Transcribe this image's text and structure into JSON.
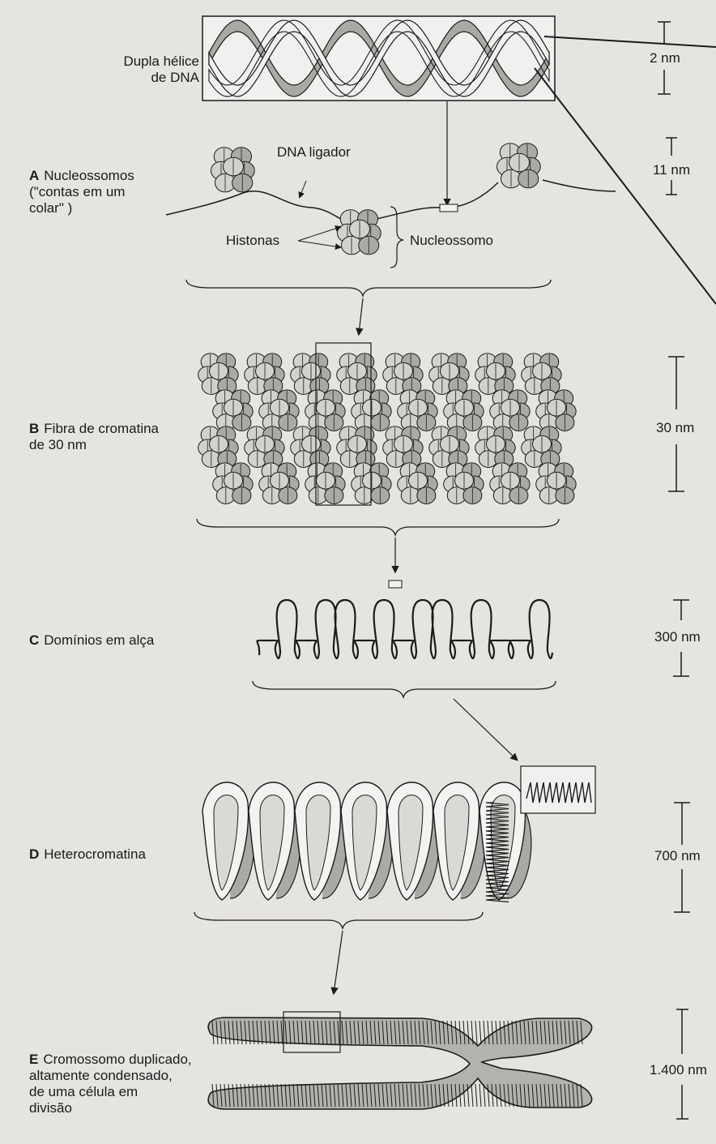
{
  "panels": {
    "dna": {
      "label": "Dupla hélice\nde DNA",
      "scale": "2 nm"
    },
    "a": {
      "letter": "A",
      "label": "Nucleossomos\n(\"contas em um\ncolar\" )",
      "scale": "11 nm",
      "linker": "DNA ligador",
      "histones": "Histonas",
      "nucleosome": "Nucleossomo"
    },
    "b": {
      "letter": "B",
      "label": "Fibra de cromatina\nde 30 nm",
      "scale": "30 nm"
    },
    "c": {
      "letter": "C",
      "label": "Domínios em alça",
      "scale": "300 nm"
    },
    "d": {
      "letter": "D",
      "label": "Heterocromatina",
      "scale": "700 nm"
    },
    "e": {
      "letter": "E",
      "label": "Cromossomo duplicado,\naltamente condensado,\nde uma célula em\ndivisão",
      "scale": "1.400 nm"
    }
  },
  "colors": {
    "paper": "#e6e4e1",
    "ink": "#1b1b1b",
    "shade": "#a9a9a6",
    "light": "#f1f0ee"
  }
}
